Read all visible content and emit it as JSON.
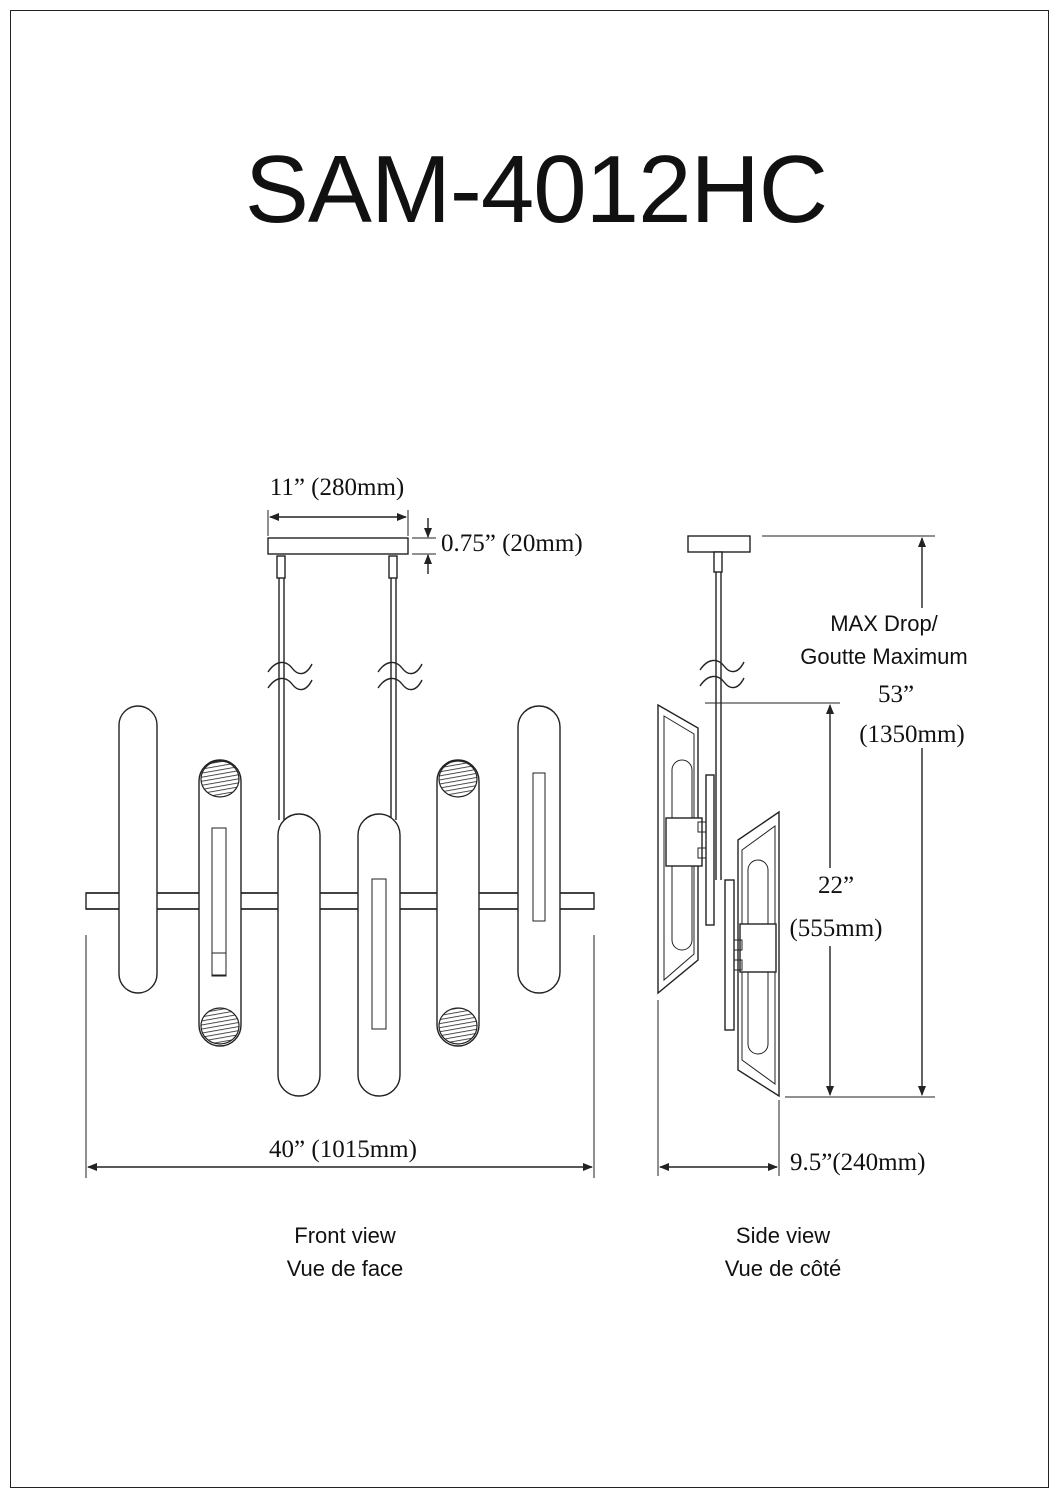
{
  "title": "SAM-4012HC",
  "dimensions": {
    "canopy_width": "11” (280mm)",
    "canopy_height": "0.75” (20mm)",
    "overall_width": "40” (1015mm)",
    "depth": "9.5”(240mm)",
    "max_drop_label_1": "MAX Drop/",
    "max_drop_label_2": "Goutte Maximum",
    "max_drop_value": "53”",
    "max_drop_mm": "(1350mm)",
    "body_height": "22”",
    "body_height_mm": "(555mm)"
  },
  "views": {
    "front_en": "Front view",
    "front_fr": "Vue de face",
    "side_en": "Side view",
    "side_fr": "Vue de côté"
  }
}
